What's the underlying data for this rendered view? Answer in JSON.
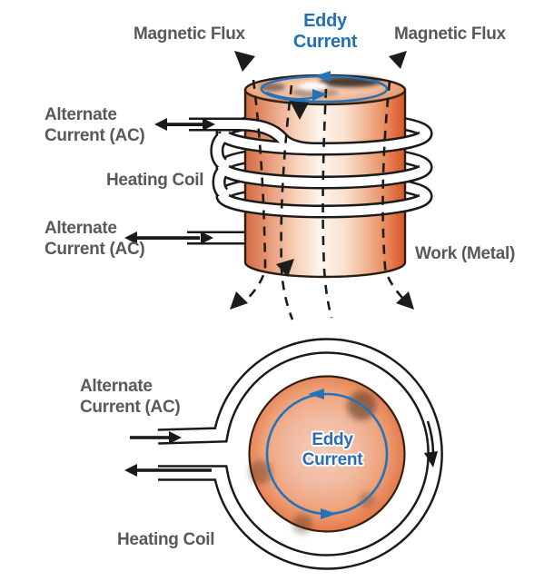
{
  "colors": {
    "label_gray": "#58595b",
    "eddy_blue": "#2171b7",
    "line_black": "#1a1a1a",
    "metal_edge_orange": "#dd6136",
    "metal_light": "#fdf2ea"
  },
  "side_view": {
    "magnetic_flux_left": "Magnetic Flux",
    "eddy_current": "Eddy Current",
    "magnetic_flux_right": "Magnetic Flux",
    "alternate_current_upper": "Alternate Current (AC)",
    "heating_coil": "Heating Coil",
    "alternate_current_lower": "Alternate Current (AC)",
    "work_metal": "Work (Metal)"
  },
  "top_view": {
    "alternate_current": "Alternate Current (AC)",
    "eddy_current": "Eddy Current",
    "heating_coil": "Heating Coil"
  }
}
